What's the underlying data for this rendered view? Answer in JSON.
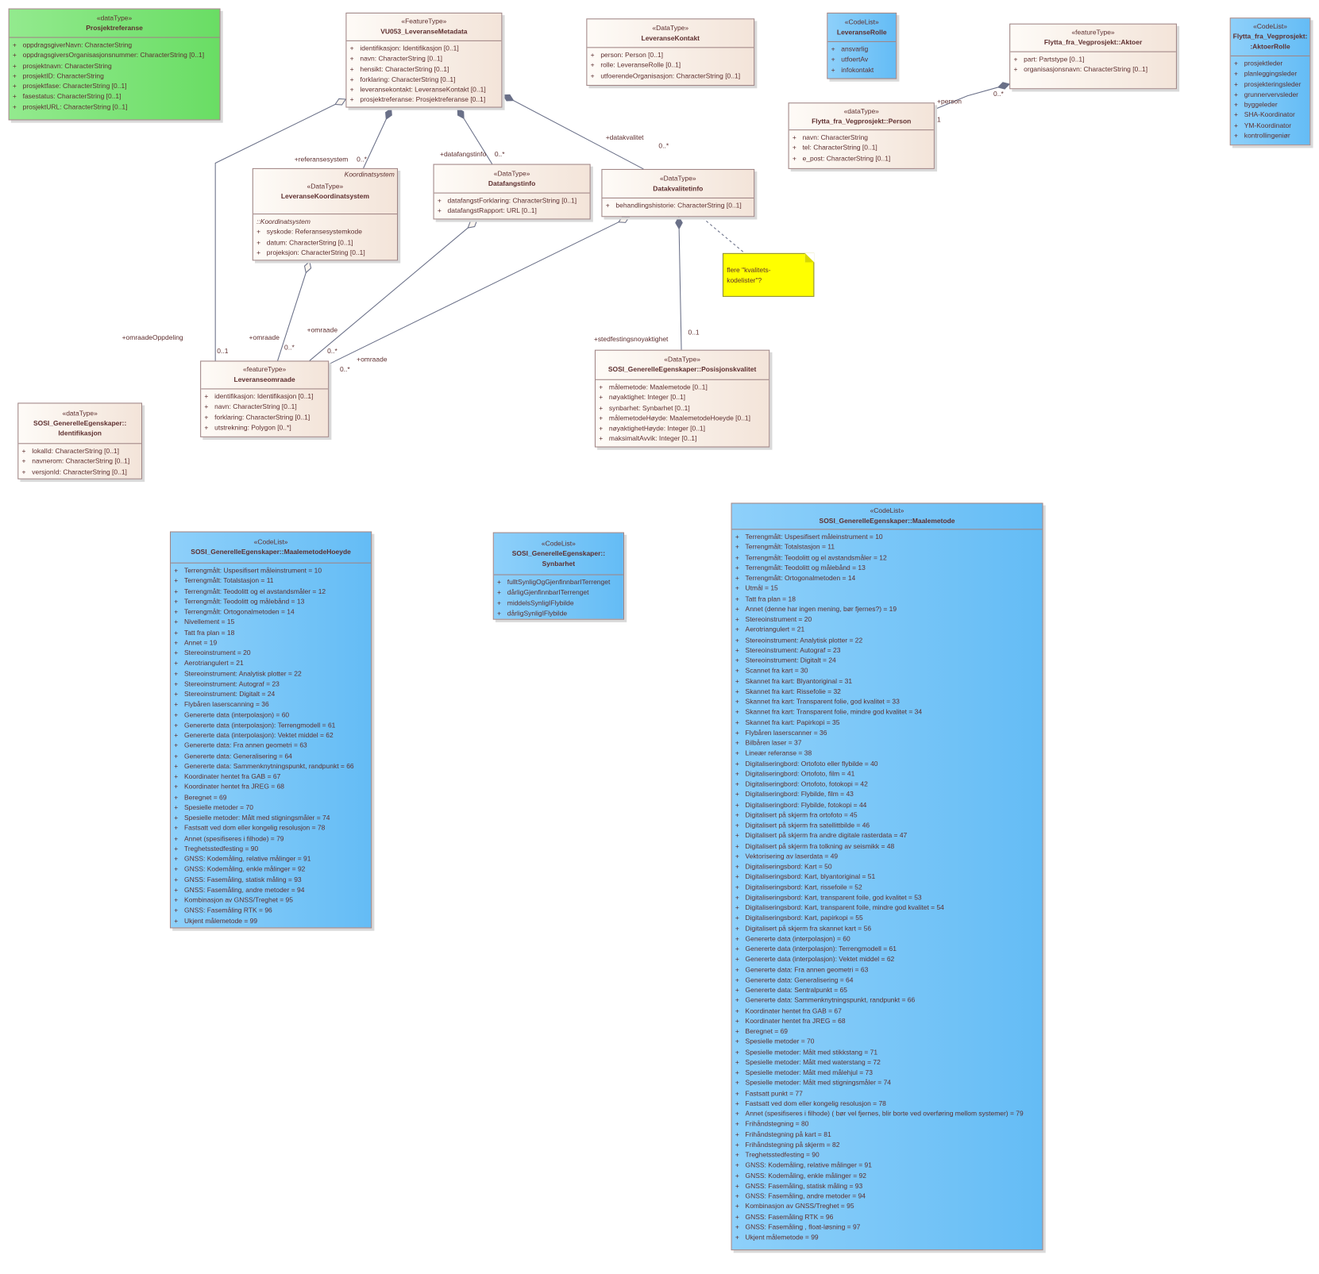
{
  "boxes": [
    {
      "id": "prosjektreferanse",
      "stereotype": "«dataType»",
      "name": [
        "Prosjektreferanse"
      ],
      "attributes": [
        {
          "vis": "+",
          "text": "oppdragsgiverNavn: CharacterString"
        },
        {
          "vis": "+",
          "text": "oppdragsgiversOrganisasjonsnummer: CharacterString [0..1]"
        },
        {
          "vis": "+",
          "text": "prosjektnavn: CharacterString"
        },
        {
          "vis": "+",
          "text": "prosjektID: CharacterString"
        },
        {
          "vis": "+",
          "text": "prosjektfase: CharacterString [0..1]"
        },
        {
          "vis": "+",
          "text": "fasestatus: CharacterString [0..1]"
        },
        {
          "vis": "+",
          "text": "prosjektURL: CharacterString [0..1]"
        }
      ]
    },
    {
      "id": "leveransemetadata",
      "stereotype": "«FeatureType»",
      "name": [
        "VU053_LeveranseMetadata"
      ],
      "attributes": [
        {
          "vis": "+",
          "text": "identifikasjon: Identifikasjon [0..1]"
        },
        {
          "vis": "+",
          "text": "navn: CharacterString [0..1]"
        },
        {
          "vis": "+",
          "text": "hensikt: CharacterString [0..1]"
        },
        {
          "vis": "+",
          "text": "forklaring: CharacterString [0..1]"
        },
        {
          "vis": "+",
          "text": "leveransekontakt: LeveranseKontakt [0..1]"
        },
        {
          "vis": "+",
          "text": "prosjektreferanse: Prosjektreferanse [0..1]"
        }
      ]
    },
    {
      "id": "leveransekontakt",
      "stereotype": "«DataType»",
      "name": [
        "LeveranseKontakt"
      ],
      "attributes": [
        {
          "vis": "+",
          "text": "person: Person [0..1]"
        },
        {
          "vis": "+",
          "text": "rolle: LeveranseRolle [0..1]"
        },
        {
          "vis": "+",
          "text": "utfoerendeOrganisasjon: CharacterString [0..1]"
        }
      ]
    },
    {
      "id": "leveranserolle",
      "stereotype": "«CodeList»",
      "name": [
        "LeveranseRolle"
      ],
      "attributes": [
        {
          "vis": "+",
          "text": "ansvarlig"
        },
        {
          "vis": "+",
          "text": "utfoertAv"
        },
        {
          "vis": "+",
          "text": "infokontakt"
        }
      ]
    },
    {
      "id": "aktoer",
      "stereotype": "«featureType»",
      "name": [
        "Flytta_fra_Vegprosjekt::Aktoer"
      ],
      "attributes": [
        {
          "vis": "+",
          "text": "part: Partstype [0..1]"
        },
        {
          "vis": "+",
          "text": "organisasjonsnavn: CharacterString [0..1]"
        }
      ]
    },
    {
      "id": "aktoerrolle",
      "stereotype": "«CodeList»",
      "name": [
        "Flytta_fra_Vegprosjekt:",
        ":AktoerRolle"
      ],
      "attributes": [
        {
          "vis": "+",
          "text": "prosjektleder"
        },
        {
          "vis": "+",
          "text": "planleggingsleder"
        },
        {
          "vis": "+",
          "text": "prosjekteringsleder"
        },
        {
          "vis": "+",
          "text": "grunnervervsleder"
        },
        {
          "vis": "+",
          "text": "byggeleder"
        },
        {
          "vis": "+",
          "text": "SHA-Koordinator"
        },
        {
          "vis": "+",
          "text": "YM-Koordinator"
        },
        {
          "vis": "+",
          "text": "kontrollingeniør"
        }
      ]
    },
    {
      "id": "person",
      "stereotype": "«dataType»",
      "name": [
        "Flytta_fra_Vegprosjekt::Person"
      ],
      "attributes": [
        {
          "vis": "+",
          "text": "navn: CharacterString"
        },
        {
          "vis": "+",
          "text": "tel: CharacterString [0..1]"
        },
        {
          "vis": "+",
          "text": "e_post: CharacterString [0..1]"
        }
      ]
    },
    {
      "id": "koordinatsystem",
      "stereotype": "«DataType»",
      "name": [
        "LeveranseKoordinatsystem"
      ],
      "tag": "Koordinatsystem",
      "inherited": "::Koordinatsystem",
      "attributes": [
        {
          "vis": "+",
          "text": "syskode: Referansesystemkode"
        },
        {
          "vis": "+",
          "text": "datum: CharacterString [0..1]"
        },
        {
          "vis": "+",
          "text": "projeksjon: CharacterString [0..1]"
        }
      ]
    },
    {
      "id": "datafangstinfo",
      "stereotype": "«DataType»",
      "name": [
        "Datafangstinfo"
      ],
      "attributes": [
        {
          "vis": "+",
          "text": "datafangstForklaring: CharacterString [0..1]"
        },
        {
          "vis": "+",
          "text": "datafangstRapport: URL [0..1]"
        }
      ]
    },
    {
      "id": "datakvalitetinfo",
      "stereotype": "«DataType»",
      "name": [
        "Datakvalitetinfo"
      ],
      "attributes": [
        {
          "vis": "+",
          "text": "behandlingshistorie: CharacterString [0..1]"
        }
      ]
    },
    {
      "id": "leveranseomraade",
      "stereotype": "«featureType»",
      "name": [
        "Leveranseomraade"
      ],
      "attributes": [
        {
          "vis": "+",
          "text": "identifikasjon: Identifikasjon [0..1]"
        },
        {
          "vis": "+",
          "text": "navn: CharacterString [0..1]"
        },
        {
          "vis": "+",
          "text": "forklaring: CharacterString [0..1]"
        },
        {
          "vis": "+",
          "text": "utstrekning: Polygon [0..*]"
        }
      ]
    },
    {
      "id": "identifikasjon",
      "stereotype": "«dataType»",
      "name": [
        "SOSI_GenerelleEgenskaper::",
        "Identifikasjon"
      ],
      "attributes": [
        {
          "vis": "+",
          "text": "lokalId: CharacterString [0..1]"
        },
        {
          "vis": "+",
          "text": "navnerom: CharacterString [0..1]"
        },
        {
          "vis": "+",
          "text": "versjonId: CharacterString [0..1]"
        }
      ]
    },
    {
      "id": "posisjonskvalitet",
      "stereotype": "«DataType»",
      "name": [
        "SOSI_GenerelleEgenskaper::Posisjonskvalitet"
      ],
      "attributes": [
        {
          "vis": "+",
          "text": "målemetode: Maalemetode [0..1]"
        },
        {
          "vis": "+",
          "text": "nøyaktighet: Integer [0..1]"
        },
        {
          "vis": "+",
          "text": "synbarhet: Synbarhet [0..1]"
        },
        {
          "vis": "+",
          "text": "målemetodeHøyde: MaalemetodeHoeyde [0..1]"
        },
        {
          "vis": "+",
          "text": "nøyaktighetHøyde: Integer [0..1]"
        },
        {
          "vis": "+",
          "text": "maksimaltAvvik: Integer [0..1]"
        }
      ]
    },
    {
      "id": "maalemetodehoeyde",
      "stereotype": "«CodeList»",
      "name": [
        "SOSI_GenerelleEgenskaper::MaalemetodeHoeyde"
      ],
      "attributes": [
        {
          "vis": "+",
          "text": "Terrengmålt: Uspesifisert måleinstrument = 10"
        },
        {
          "vis": "+",
          "text": "Terrengmålt: Totalstasjon = 11"
        },
        {
          "vis": "+",
          "text": "Terrengmålt: Teodolitt og el avstandsmåler = 12"
        },
        {
          "vis": "+",
          "text": "Terrengmålt: Teodolitt og målebånd = 13"
        },
        {
          "vis": "+",
          "text": "Terrengmålt: Ortogonalmetoden = 14"
        },
        {
          "vis": "+",
          "text": "Nivellement = 15"
        },
        {
          "vis": "+",
          "text": "Tatt fra plan = 18"
        },
        {
          "vis": "+",
          "text": "Annet = 19"
        },
        {
          "vis": "+",
          "text": "Stereoinstrument = 20"
        },
        {
          "vis": "+",
          "text": "Aerotriangulert = 21"
        },
        {
          "vis": "+",
          "text": "Stereoinstrument: Analytisk plotter = 22"
        },
        {
          "vis": "+",
          "text": "Stereoinstrument: Autograf = 23"
        },
        {
          "vis": "+",
          "text": "Stereoinstrument: Digitalt = 24"
        },
        {
          "vis": "+",
          "text": "Flybåren laserscanning = 36"
        },
        {
          "vis": "+",
          "text": "Genererte data (interpolasjon) = 60"
        },
        {
          "vis": "+",
          "text": "Genererte data (interpolasjon): Terrengmodell = 61"
        },
        {
          "vis": "+",
          "text": "Genererte data (interpolasjon): Vektet middel = 62"
        },
        {
          "vis": "+",
          "text": "Genererte data: Fra annen geometri = 63"
        },
        {
          "vis": "+",
          "text": "Genererte data: Generalisering = 64"
        },
        {
          "vis": "+",
          "text": "Genererte data: Sammenknytningspunkt, randpunkt = 66"
        },
        {
          "vis": "+",
          "text": "Koordinater hentet fra GAB = 67"
        },
        {
          "vis": "+",
          "text": "Koordinater hentet fra JREG = 68"
        },
        {
          "vis": "+",
          "text": "Beregnet = 69"
        },
        {
          "vis": "+",
          "text": "Spesielle metoder = 70"
        },
        {
          "vis": "+",
          "text": "Spesielle metoder: Målt med stigningsmåler = 74"
        },
        {
          "vis": "+",
          "text": "Fastsatt ved dom eller kongelig resolusjon = 78"
        },
        {
          "vis": "+",
          "text": "Annet (spesifiseres i filhode) = 79"
        },
        {
          "vis": "+",
          "text": "Treghetsstedfesting = 90"
        },
        {
          "vis": "+",
          "text": "GNSS: Kodemåling, relative målinger = 91"
        },
        {
          "vis": "+",
          "text": "GNSS: Kodemåling, enkle målinger = 92"
        },
        {
          "vis": "+",
          "text": "GNSS: Fasemåling, statisk måling = 93"
        },
        {
          "vis": "+",
          "text": "GNSS: Fasemåling, andre metoder = 94"
        },
        {
          "vis": "+",
          "text": "Kombinasjon av GNSS/Treghet = 95"
        },
        {
          "vis": "+",
          "text": "GNSS: Fasemåling RTK = 96"
        },
        {
          "vis": "+",
          "text": "Ukjent målemetode = 99"
        }
      ]
    },
    {
      "id": "synbarhet",
      "stereotype": "«CodeList»",
      "name": [
        "SOSI_GenerelleEgenskaper::",
        "Synbarhet"
      ],
      "attributes": [
        {
          "vis": "+",
          "text": "fulltSynligOgGjenfinnbarITerrenget"
        },
        {
          "vis": "+",
          "text": "dårligGjenfinnbarITerrenget"
        },
        {
          "vis": "+",
          "text": "middelsSynligIFlybilde"
        },
        {
          "vis": "+",
          "text": "dårligSynligIFlybilde"
        }
      ]
    },
    {
      "id": "maalemetode",
      "stereotype": "«CodeList»",
      "name": [
        "SOSI_GenerelleEgenskaper::Maalemetode"
      ],
      "attributes": [
        {
          "vis": "+",
          "text": "Terrengmålt: Uspesifisert måleinstrument = 10"
        },
        {
          "vis": "+",
          "text": "Terrengmålt: Totalstasjon = 11"
        },
        {
          "vis": "+",
          "text": "Terrengmålt: Teodolitt og el avstandsmåler = 12"
        },
        {
          "vis": "+",
          "text": "Terrengmålt: Teodolitt og målebånd = 13"
        },
        {
          "vis": "+",
          "text": "Terrengmålt: Ortogonalmetoden = 14"
        },
        {
          "vis": "+",
          "text": "Utmål = 15"
        },
        {
          "vis": "+",
          "text": "Tatt fra plan = 18"
        },
        {
          "vis": "+",
          "text": "Annet  (denne har ingen mening, bør fjernes?) = 19"
        },
        {
          "vis": "+",
          "text": "Stereoinstrument = 20"
        },
        {
          "vis": "+",
          "text": "Aerotriangulert = 21"
        },
        {
          "vis": "+",
          "text": "Stereoinstrument: Analytisk plotter = 22"
        },
        {
          "vis": "+",
          "text": "Stereoinstrument: Autograf = 23"
        },
        {
          "vis": "+",
          "text": "Stereoinstrument: Digitalt = 24"
        },
        {
          "vis": "+",
          "text": "Scannet fra kart = 30"
        },
        {
          "vis": "+",
          "text": "Skannet fra kart: Blyantoriginal = 31"
        },
        {
          "vis": "+",
          "text": "Skannet fra kart: Rissefolie = 32"
        },
        {
          "vis": "+",
          "text": "Skannet fra kart: Transparent folie, god kvalitet = 33"
        },
        {
          "vis": "+",
          "text": "Skannet fra kart: Transparent folie, mindre god kvalitet = 34"
        },
        {
          "vis": "+",
          "text": "Skannet fra kart: Papirkopi = 35"
        },
        {
          "vis": "+",
          "text": "Flybåren laserscanner = 36"
        },
        {
          "vis": "+",
          "text": "Bilbåren laser = 37"
        },
        {
          "vis": "+",
          "text": "Lineær referanse = 38"
        },
        {
          "vis": "+",
          "text": "Digitaliseringbord: Ortofoto eller flybilde = 40"
        },
        {
          "vis": "+",
          "text": "Digitaliseringbord: Ortofoto, film = 41"
        },
        {
          "vis": "+",
          "text": "Digitaliseringbord: Ortofoto, fotokopi = 42"
        },
        {
          "vis": "+",
          "text": "Digitaliseringbord: Flybilde, film = 43"
        },
        {
          "vis": "+",
          "text": "Digitaliseringbord: Flybilde, fotokopi = 44"
        },
        {
          "vis": "+",
          "text": "Digitalisert på skjerm fra ortofoto = 45"
        },
        {
          "vis": "+",
          "text": "Digitalisert på skjerm fra satellittbilde = 46"
        },
        {
          "vis": "+",
          "text": "Digitalisert på skjerm fra andre digitale rasterdata = 47"
        },
        {
          "vis": "+",
          "text": "Digitalisert på skjerm fra tolkning av seismikk = 48"
        },
        {
          "vis": "+",
          "text": "Vektorisering av laserdata = 49"
        },
        {
          "vis": "+",
          "text": "Digitaliseringsbord: Kart = 50"
        },
        {
          "vis": "+",
          "text": "Digitaliseringsbord: Kart, blyantoriginal = 51"
        },
        {
          "vis": "+",
          "text": "Digitaliseringsbord: Kart, rissefoile = 52"
        },
        {
          "vis": "+",
          "text": "Digitaliseringsbord: Kart, transparent foile, god kvalitet = 53"
        },
        {
          "vis": "+",
          "text": "Digitaliseringsbord: Kart, transparent foile, mindre god kvalitet = 54"
        },
        {
          "vis": "+",
          "text": "Digitaliseringsbord: Kart, papirkopi = 55"
        },
        {
          "vis": "+",
          "text": "Digitalisert på skjerm fra skannet kart = 56"
        },
        {
          "vis": "+",
          "text": "Genererte data (interpolasjon) = 60"
        },
        {
          "vis": "+",
          "text": "Genererte data (interpolasjon): Terrengmodell = 61"
        },
        {
          "vis": "+",
          "text": "Genererte data (interpolasjon): Vektet middel = 62"
        },
        {
          "vis": "+",
          "text": "Genererte data: Fra annen geometri = 63"
        },
        {
          "vis": "+",
          "text": "Genererte data: Generalisering = 64"
        },
        {
          "vis": "+",
          "text": "Genererte data: Sentralpunkt = 65"
        },
        {
          "vis": "+",
          "text": "Genererte data: Sammenknytningspunkt, randpunkt = 66"
        },
        {
          "vis": "+",
          "text": "Koordinater hentet fra GAB = 67"
        },
        {
          "vis": "+",
          "text": "Koordinater hentet fra JREG = 68"
        },
        {
          "vis": "+",
          "text": "Beregnet = 69"
        },
        {
          "vis": "+",
          "text": "Spesielle metoder = 70"
        },
        {
          "vis": "+",
          "text": "Spesielle metoder: Målt med stikkstang = 71"
        },
        {
          "vis": "+",
          "text": "Spesielle metoder: Målt med waterstang = 72"
        },
        {
          "vis": "+",
          "text": "Spesielle metoder: Målt med målehjul = 73"
        },
        {
          "vis": "+",
          "text": "Spesielle metoder: Målt med stigningsmåler = 74"
        },
        {
          "vis": "+",
          "text": "Fastsatt punkt = 77"
        },
        {
          "vis": "+",
          "text": "Fastsatt ved dom eller kongelig resolusjon = 78"
        },
        {
          "vis": "+",
          "text": "Annet (spesifiseres i filhode) ( bør vel fjernes, blir borte ved overføring mellom systemer) = 79"
        },
        {
          "vis": "+",
          "text": "Frihåndstegning = 80"
        },
        {
          "vis": "+",
          "text": "Frihåndstegning på kart = 81"
        },
        {
          "vis": "+",
          "text": "Frihåndstegning på skjerm = 82"
        },
        {
          "vis": "+",
          "text": "Treghetsstedfesting = 90"
        },
        {
          "vis": "+",
          "text": "GNSS: Kodemåling, relative målinger = 91"
        },
        {
          "vis": "+",
          "text": "GNSS: Kodemåling, enkle målinger = 92"
        },
        {
          "vis": "+",
          "text": "GNSS: Fasemåling, statisk måling = 93"
        },
        {
          "vis": "+",
          "text": "GNSS: Fasemåling, andre metoder = 94"
        },
        {
          "vis": "+",
          "text": "Kombinasjon av GNSS/Treghet = 95"
        },
        {
          "vis": "+",
          "text": "GNSS: Fasemåling RTK = 96"
        },
        {
          "vis": "+",
          "text": "GNSS: Fasemåling , float-løsning = 97"
        },
        {
          "vis": "+",
          "text": "Ukjent målemetode = 99"
        }
      ]
    }
  ],
  "note": {
    "text": [
      "flere \"kvalitets-",
      "kodelister\"?"
    ]
  },
  "edge_labels": [
    {
      "id": "omraadeOppdeling-role",
      "text": "+omraadeOppdeling"
    },
    {
      "id": "omraadeOppdeling-mult",
      "text": "0..1"
    },
    {
      "id": "referansesystem-role",
      "text": "+referansesystem"
    },
    {
      "id": "referansesystem-mult",
      "text": "0..*"
    },
    {
      "id": "datafangstinfo-role",
      "text": "+datafangstinfo"
    },
    {
      "id": "datafangstinfo-mult",
      "text": "0..*"
    },
    {
      "id": "datakvalitet-role",
      "text": "+datakvalitet"
    },
    {
      "id": "datakvalitet-mult",
      "text": "0..*"
    },
    {
      "id": "omraade1-role",
      "text": "+omraade"
    },
    {
      "id": "omraade1-mult",
      "text": "0..*"
    },
    {
      "id": "omraade2-role",
      "text": "+omraade"
    },
    {
      "id": "omraade2-mult",
      "text": "0..*"
    },
    {
      "id": "omraade3-role",
      "text": "+omraade"
    },
    {
      "id": "omraade3-mult",
      "text": "0..*"
    },
    {
      "id": "stedfesting-role",
      "text": "+stedfestingsnoyaktighet"
    },
    {
      "id": "stedfesting-mult",
      "text": "0..1"
    },
    {
      "id": "person-role",
      "text": "+person"
    },
    {
      "id": "person-mult-src",
      "text": "0..*"
    },
    {
      "id": "person-mult-tgt",
      "text": "1"
    }
  ],
  "colors": {
    "text": "#5e2f2f",
    "line": "#6a7088",
    "beige": "#f3e4d9",
    "blue": "#64bcf5",
    "green": "#69dd64",
    "note": "#ffff00"
  }
}
